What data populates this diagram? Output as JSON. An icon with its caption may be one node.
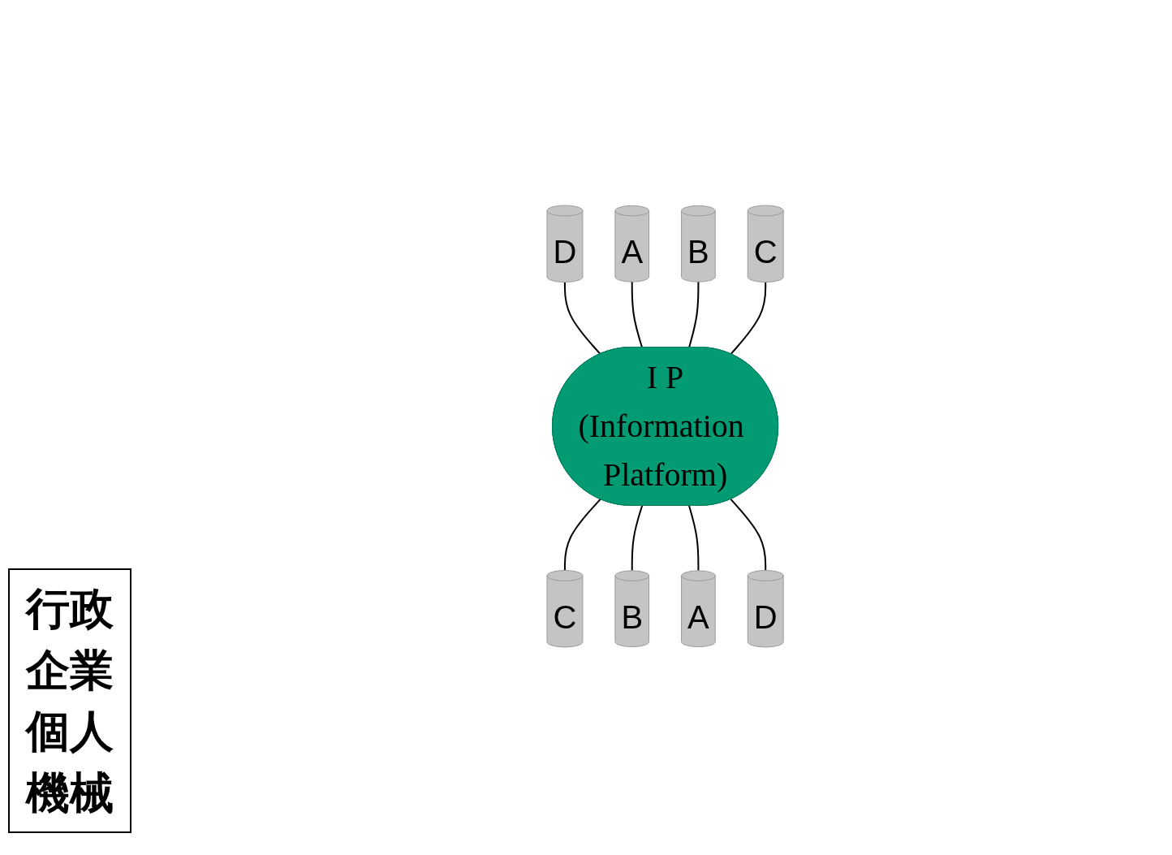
{
  "diagram": {
    "nodes": [
      {
        "text": [
          "I P",
          "(Information Platform)"
        ]
      },
      {
        "text": [
          "D"
        ]
      },
      {
        "text": [
          "A"
        ]
      },
      {
        "text": [
          "B"
        ]
      },
      {
        "text": [
          "C"
        ]
      },
      {
        "text": [
          "C"
        ]
      },
      {
        "text": [
          "B"
        ]
      },
      {
        "text": [
          "A"
        ]
      },
      {
        "text": [
          "D"
        ]
      }
    ],
    "edges": [
      {
        "from": 1,
        "to": 0,
        "arrow": "none"
      },
      {
        "from": 2,
        "to": 0,
        "arrow": "none"
      },
      {
        "from": 3,
        "to": 0,
        "arrow": "none"
      },
      {
        "from": 4,
        "to": 0,
        "arrow": "none"
      },
      {
        "from": 0,
        "to": 5,
        "arrow": "none"
      },
      {
        "from": 0,
        "to": 6,
        "arrow": "none"
      },
      {
        "from": 0,
        "to": 7,
        "arrow": "none"
      },
      {
        "from": 0,
        "to": 8,
        "arrow": "none"
      }
    ],
    "labels": [
      "行政",
      "企業",
      "個人",
      "機械"
    ]
  }
}
